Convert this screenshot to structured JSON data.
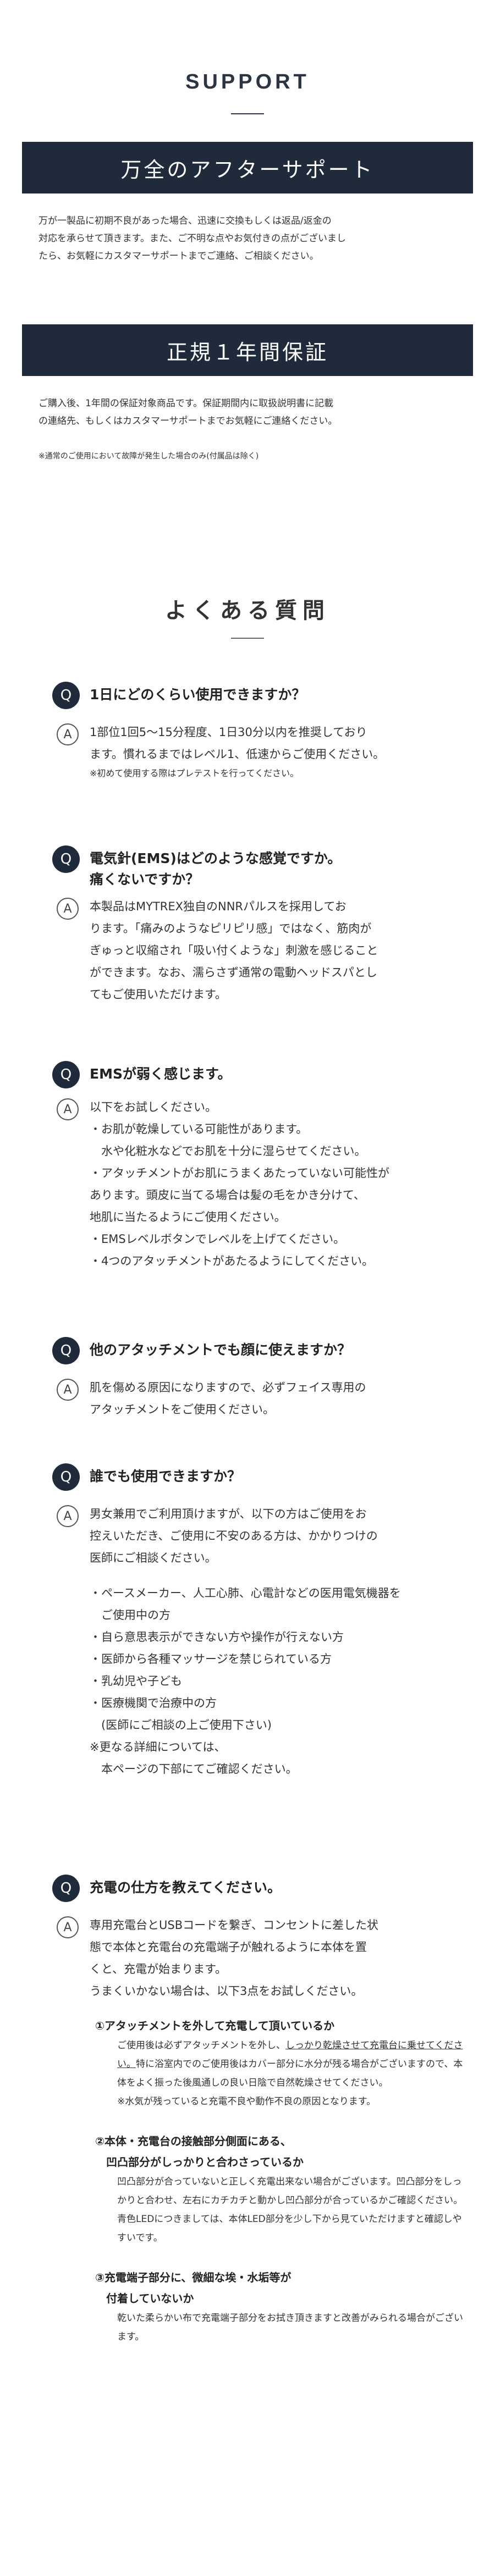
{
  "support": {
    "title": "SUPPORT",
    "after_support": {
      "heading": "万全のアフターサポート",
      "text_lines": [
        "万が一製品に初期不良があった場合、迅速に交換もしくは返品/返金の",
        "対応を承らせて頂きます。また、ご不明な点やお気付きの点がございまし",
        "たら、お気軽にカスタマーサポートまでご連絡、ご相談ください。"
      ]
    },
    "warranty": {
      "heading": "正規１年間保証",
      "text_lines": [
        "ご購入後、1年間の保証対象商品です。保証期間内に取扱説明書に記載",
        "の連絡先、もしくはカスタマーサポートまでお気軽にご連絡ください。"
      ],
      "note": "※通常のご使用において故障が発生した場合のみ(付属品は除く)"
    }
  },
  "faq": {
    "title": "よくある質問",
    "q_mark": "Q",
    "a_mark": "A",
    "items": [
      {
        "question_lines": [
          "1日にどのくらい使用できますか？"
        ],
        "answer_lines": [
          "1部位1回5～15分程度、1日30分以内を推奨しており",
          "ます。慣れるまではレベル1、低速からご使用ください。"
        ],
        "answer_note": "※初めて使用する際はプレテストを行ってください。"
      },
      {
        "question_lines": [
          "電気針(EMS)はどのような感覚ですか。",
          "痛くないですか？"
        ],
        "answer_lines": [
          "本製品はMYTREX独自のNNRパルスを採用してお",
          "ります。「痛みのようなピリピリ感」ではなく、筋肉が",
          "ぎゅっと収縮され「吸い付くような」刺激を感じること",
          "ができます。なお、濡らさず通常の電動ヘッドスパとし",
          "てもご使用いただけます。"
        ]
      },
      {
        "question_lines": [
          "EMSが弱く感じます。"
        ],
        "answer_lines": [
          "以下をお試しください。",
          "・お肌が乾燥している可能性があります。",
          "　水や化粧水などでお肌を十分に湿らせてください。",
          "・アタッチメントがお肌にうまくあたっていない可能性が",
          "あります。頭皮に当てる場合は髪の毛をかき分けて、",
          "地肌に当たるようにご使用ください。",
          "・EMSレベルボタンでレベルを上げてください。",
          "・4つのアタッチメントがあたるようにしてください。"
        ]
      },
      {
        "question_lines": [
          "他のアタッチメントでも顔に使えますか？"
        ],
        "answer_lines": [
          "肌を傷める原因になりますので、必ずフェイス専用の",
          "アタッチメントをご使用ください。"
        ]
      },
      {
        "question_lines": [
          "誰でも使用できますか？"
        ],
        "answer_lines": [
          "男女兼用でご利用頂けますが、以下の方はご使用をお",
          "控えいただき、ご使用に不安のある方は、かかりつけの",
          "医師にご相談ください。"
        ],
        "list_lines": [
          "・ペースメーカー、人工心肺、心電計などの医用電気機器を",
          "　ご使用中の方",
          "・自ら意思表示ができない方や操作が行えない方",
          "・医師から各種マッサージを禁じられている方",
          "・乳幼児や子ども",
          "・医療機関で治療中の方",
          "　(医師にご相談の上ご使用下さい)",
          "※更なる詳細については、",
          "　本ページの下部にてご確認ください。"
        ]
      },
      {
        "question_lines": [
          "充電の仕方を教えてください。"
        ],
        "answer_lines": [
          "専用充電台とUSBコードを繋ぎ、コンセントに差した状",
          "態で本体と充電台の充電端子が触れるように本体を置",
          "くと、充電が始まります。",
          "うまくいかない場合は、以下3点をお試しください。"
        ],
        "tips": [
          {
            "heading_lines": [
              "①アタッチメントを外して充電して頂いているか"
            ],
            "body_pre": "ご使用後は必ずアタッチメントを外し、",
            "body_underline": "しっかり乾燥させて充電台に乗せてください。",
            "body_post": "特に浴室内でのご使用後はカバー部分に水分が残る場合がございますので、本体をよく振った後風通しの良い日陰で自然乾燥させてください。",
            "note": "※水気が残っていると充電不良や動作不良の原因となります。"
          },
          {
            "heading_lines": [
              "②本体・充電台の接触部分側面にある、",
              "　凹凸部分がしっかりと合わさっているか"
            ],
            "body_pre": "凹凸部分が合っていないと正しく充電出来ない場合がございます。凹凸部分をしっかりと合わせ、左右にカチカチと動かし凹凸部分が合っているかご確認ください。青色LEDにつきましては、本体LED部分を少し下から見ていただけますと確認しやすいです。",
            "body_underline": "",
            "body_post": "",
            "note": ""
          },
          {
            "heading_lines": [
              "③充電端子部分に、微細な埃・水垢等が",
              "　付着していないか"
            ],
            "body_pre": "乾いた柔らかい布で充電端子部分をお拭き頂きますと改善がみられる場合がございます。",
            "body_underline": "",
            "body_post": "",
            "note": ""
          }
        ]
      }
    ]
  }
}
